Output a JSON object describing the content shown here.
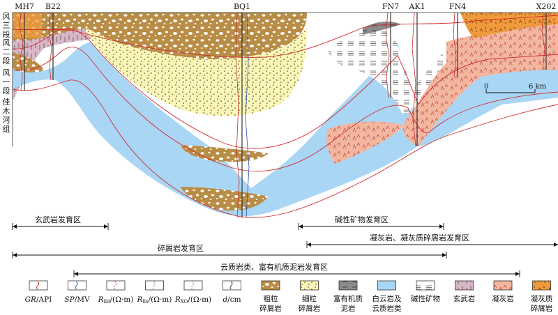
{
  "wells": [
    {
      "id": "mh7",
      "name": "MH7"
    },
    {
      "id": "b22",
      "name": "B22"
    },
    {
      "id": "bq1",
      "name": "BQ1"
    },
    {
      "id": "fn7",
      "name": "FN7"
    },
    {
      "id": "ak1",
      "name": "AK1"
    },
    {
      "id": "fn4",
      "name": "FN4"
    },
    {
      "id": "x202",
      "name": "X202"
    }
  ],
  "stratigraphy": [
    {
      "id": "feng3",
      "chars": [
        "风",
        "三",
        "段"
      ]
    },
    {
      "id": "feng2",
      "chars": [
        "风",
        "二",
        "段"
      ]
    },
    {
      "id": "feng1",
      "chars": [
        "风",
        "一",
        "段"
      ]
    },
    {
      "id": "jiamuhe",
      "chars": [
        "佳",
        "木",
        "河",
        "组"
      ]
    }
  ],
  "scale_bar": {
    "start": "0",
    "end": "6 km"
  },
  "zones": [
    {
      "id": "basalt",
      "label": "玄武岩发育区"
    },
    {
      "id": "alkaline",
      "label": "碱性矿物发育区"
    },
    {
      "id": "clastic",
      "label": "碎屑岩发育区"
    },
    {
      "id": "tuff",
      "label": "凝灰岩、凝灰质碎屑岩发育区"
    },
    {
      "id": "dolomitic",
      "label": "云质岩类、富有机质泥岩发育区"
    }
  ],
  "legend": [
    {
      "id": "gr",
      "label_main": "GR",
      "label_unit": "/API"
    },
    {
      "id": "sp",
      "label_main": "SP",
      "label_unit": "/MV"
    },
    {
      "id": "rlld",
      "label_main": "R",
      "label_sub": "lld",
      "label_unit": "/(Ω·m)"
    },
    {
      "id": "rlls",
      "label_main": "R",
      "label_sub": "lls",
      "label_unit": "/(Ω·m)"
    },
    {
      "id": "rxo",
      "label_main": "R",
      "label_sub": "XO",
      "label_unit": "/(Ω·m)"
    },
    {
      "id": "d",
      "label_main": "d",
      "label_unit": "/cm"
    },
    {
      "id": "coarse",
      "line1": "粗粒",
      "line2": "碎屑岩"
    },
    {
      "id": "fine",
      "line1": "细粒",
      "line2": "碎屑岩"
    },
    {
      "id": "organic",
      "line1": "富有机质",
      "line2": "泥岩"
    },
    {
      "id": "dolomite",
      "line1": "白云岩及",
      "line2": "云质岩类"
    },
    {
      "id": "alkali",
      "line1": "碱性矿物",
      "line2": ""
    },
    {
      "id": "basalt",
      "line1": "玄武岩",
      "line2": ""
    },
    {
      "id": "tuff",
      "line1": "凝灰岩",
      "line2": ""
    },
    {
      "id": "tuffclastic",
      "line1": "凝灰质",
      "line2": "碎屑岩"
    }
  ],
  "colors": {
    "coarse": "#b98d46",
    "fine": "#fbf6b6",
    "organic": "#8a8a8a",
    "dolomite": "#a9d6f4",
    "basalt": "#d7b8c6",
    "tuff": "#f3b7a0",
    "tuffclastic": "#ef9a3c",
    "boundary": "#d42a2a",
    "log_red": "#c62828",
    "log_blue": "#1b4fb8"
  }
}
